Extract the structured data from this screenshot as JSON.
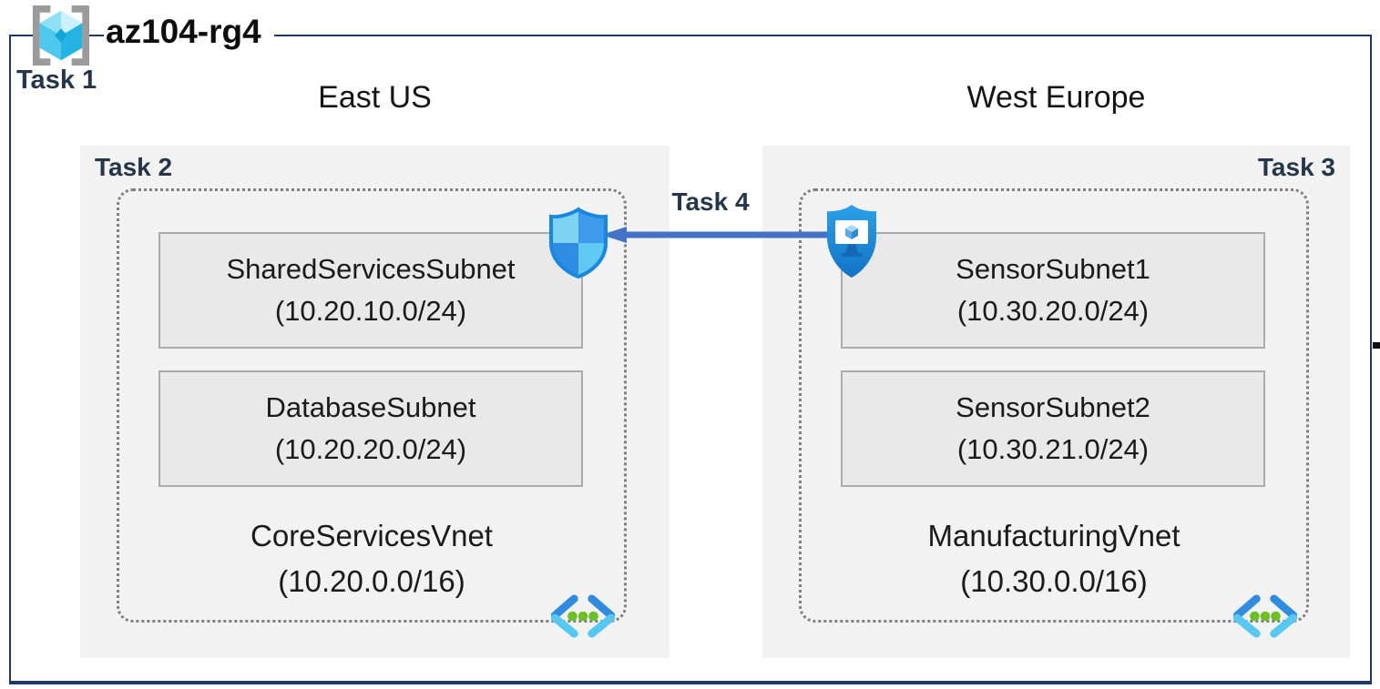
{
  "title": {
    "resource_group": "az104-rg4"
  },
  "task_labels": {
    "task1": "Task 1",
    "task4": "Task 4"
  },
  "regions": [
    {
      "name": "East US",
      "task": "Task 2",
      "vnet": {
        "name": "CoreServicesVnet",
        "cidr": "(10.20.0.0/16)"
      },
      "subnets": [
        {
          "name": "SharedServicesSubnet",
          "cidr": "(10.20.10.0/24)"
        },
        {
          "name": "DatabaseSubnet",
          "cidr": "(10.20.20.0/24)"
        }
      ]
    },
    {
      "name": "West Europe",
      "task": "Task 3",
      "vnet": {
        "name": "ManufacturingVnet",
        "cidr": "(10.30.0.0/16)"
      },
      "subnets": [
        {
          "name": "SensorSubnet1",
          "cidr": "(10.30.20.0/24)"
        },
        {
          "name": "SensorSubnet2",
          "cidr": "(10.30.21.0/24)"
        }
      ]
    }
  ],
  "arrow": {
    "label": "Task 4",
    "direction": "right-to-left"
  },
  "icons": {
    "resource_group": "resource-group-icon",
    "nsg": "network-security-group-shield-icon",
    "bastion": "bastion-shield-monitor-icon",
    "vnet": "virtual-network-icon"
  },
  "colors": {
    "frame_border": "#1F3864",
    "task_text": "#24364A",
    "panel_bg": "#F2F2F2",
    "subnet_bg": "#E9E9E9",
    "subnet_border": "#ABABAB",
    "dashed_border": "#7F7F7F",
    "arrow": "#4472C4",
    "vnet_green_dots": "#6CBF27",
    "azure_blue": "#2E8DE1",
    "azure_cyan": "#55C8F3"
  }
}
